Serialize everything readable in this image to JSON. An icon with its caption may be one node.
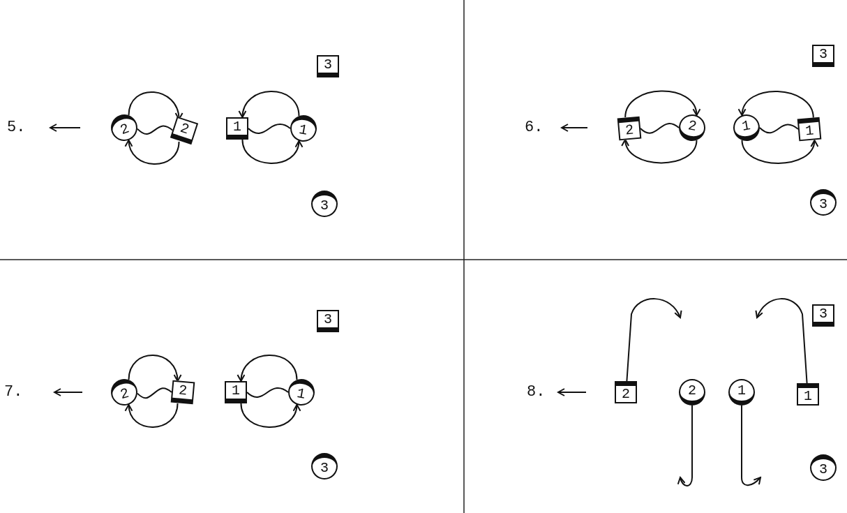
{
  "diagram": {
    "nodes": [
      {
        "text": [
          "3"
        ]
      },
      {
        "text": [
          "2"
        ]
      },
      {
        "text": [
          "2"
        ]
      },
      {
        "text": [
          "1"
        ]
      },
      {
        "text": [
          "1"
        ]
      },
      {
        "text": [
          "3"
        ]
      },
      {
        "text": [
          "3"
        ]
      },
      {
        "text": [
          "2"
        ]
      },
      {
        "text": [
          "2"
        ]
      },
      {
        "text": [
          "1"
        ]
      },
      {
        "text": [
          "1"
        ]
      },
      {
        "text": [
          "3"
        ]
      },
      {
        "text": [
          "3"
        ]
      },
      {
        "text": [
          "2"
        ]
      },
      {
        "text": [
          "2"
        ]
      },
      {
        "text": [
          "1"
        ]
      },
      {
        "text": [
          "1"
        ]
      },
      {
        "text": [
          "3"
        ]
      },
      {
        "text": [
          "3"
        ]
      },
      {
        "text": [
          "2"
        ]
      },
      {
        "text": [
          "2"
        ]
      },
      {
        "text": [
          "1"
        ]
      },
      {
        "text": [
          "1"
        ]
      },
      {
        "text": [
          "3"
        ]
      }
    ],
    "edges": [
      {
        "from": 1,
        "to": 2,
        "arrow": "to"
      },
      {
        "from": 2,
        "to": 1,
        "arrow": "to"
      },
      {
        "from": 1,
        "to": 2,
        "arrow": "none"
      },
      {
        "from": 4,
        "to": 3,
        "arrow": "to"
      },
      {
        "from": 3,
        "to": 4,
        "arrow": "to"
      },
      {
        "from": 3,
        "to": 4,
        "arrow": "none"
      },
      {
        "from": 7,
        "to": 8,
        "arrow": "to"
      },
      {
        "from": 8,
        "to": 7,
        "arrow": "to"
      },
      {
        "from": 7,
        "to": 8,
        "arrow": "none"
      },
      {
        "from": 10,
        "to": 9,
        "arrow": "to"
      },
      {
        "from": 9,
        "to": 10,
        "arrow": "to"
      },
      {
        "from": 9,
        "to": 10,
        "arrow": "none"
      },
      {
        "from": 13,
        "to": 14,
        "arrow": "to"
      },
      {
        "from": 14,
        "to": 13,
        "arrow": "to"
      },
      {
        "from": 13,
        "to": 14,
        "arrow": "none"
      },
      {
        "from": 16,
        "to": 15,
        "arrow": "to"
      },
      {
        "from": 15,
        "to": 16,
        "arrow": "to"
      },
      {
        "from": 15,
        "to": 16,
        "arrow": "none"
      },
      {
        "from": 19,
        "to": null,
        "arrow": "to"
      },
      {
        "from": 22,
        "to": null,
        "arrow": "to"
      },
      {
        "from": 20,
        "to": null,
        "arrow": "to"
      },
      {
        "from": 21,
        "to": null,
        "arrow": "to"
      }
    ],
    "labels": [
      "5.",
      "6.",
      "7.",
      "8."
    ]
  }
}
